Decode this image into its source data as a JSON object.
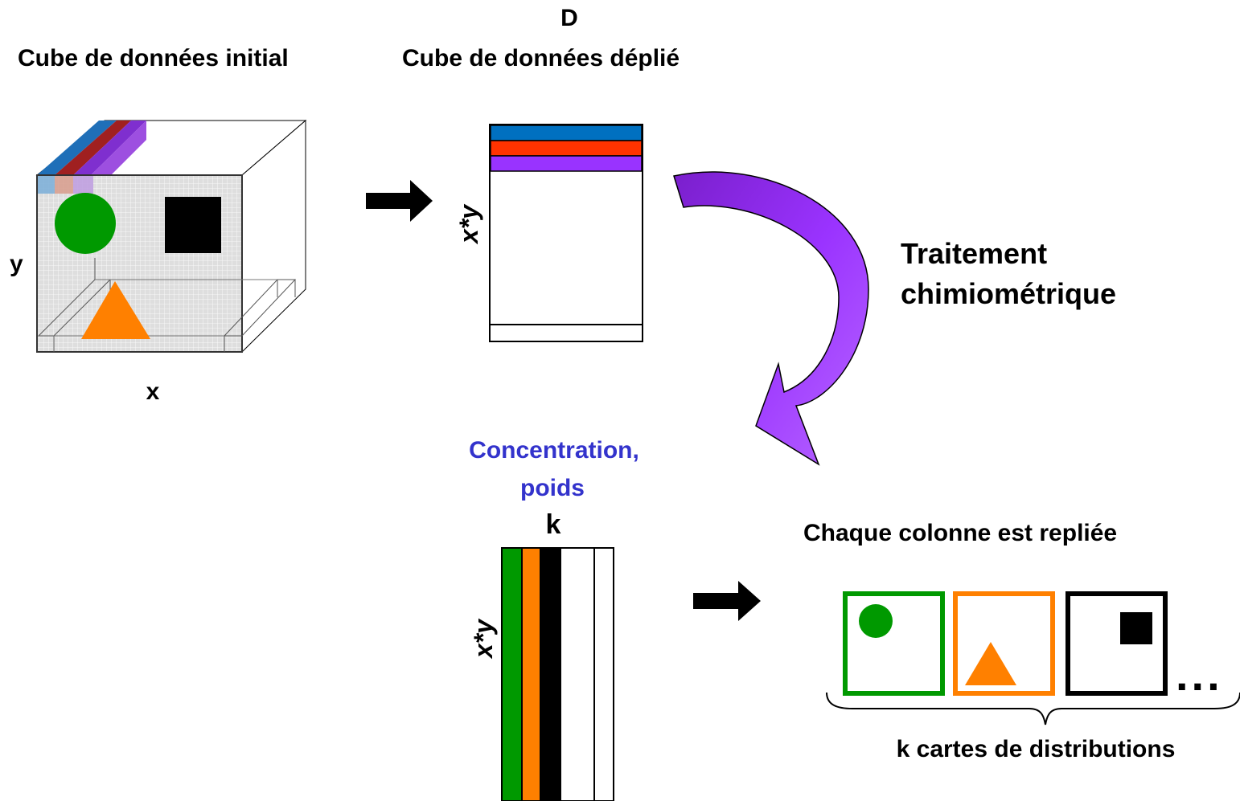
{
  "labels": {
    "initial_cube_title": "Cube de données initial",
    "unfolded_d": "D",
    "unfolded_title": "Cube de données déplié",
    "axis_y": "y",
    "axis_x": "x",
    "rows_label": "x*y",
    "treatment_line1": "Traitement",
    "treatment_line2": "chimiométrique",
    "concentration_line1": "Concentration,",
    "concentration_line2": "poids",
    "k_label": "k",
    "rows_label_2": "x*y",
    "refold_title": "Chaque colonne est repliée",
    "ellipsis": "...",
    "maps_caption": "k cartes de distributions"
  },
  "colors": {
    "blue": "#0070c0",
    "red": "#ff3300",
    "purple": "#9933ff",
    "green": "#009900",
    "orange": "#ff8000",
    "black": "#000000",
    "concentration_text": "#3333cc",
    "cube_face": "#dcdcdc"
  }
}
